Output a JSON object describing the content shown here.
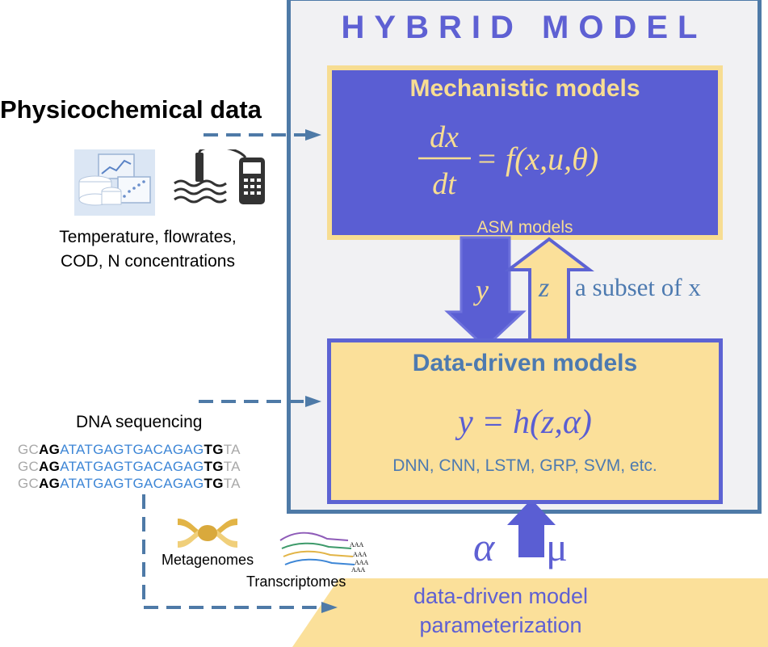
{
  "hybrid": {
    "title": "HYBRID MODEL"
  },
  "mechanistic": {
    "title": "Mechanistic models",
    "equation": {
      "numerator": "dx",
      "denominator": "dt",
      "rhs": "= f(x,u,θ)"
    },
    "subtitle": "ASM models"
  },
  "coupling": {
    "down_symbol": "y",
    "up_symbol": "z",
    "up_note": "a subset of x"
  },
  "data_driven": {
    "title": "Data-driven models",
    "equation": "y = h(z,α)",
    "examples": "DNN, CNN, LSTM, GRP, SVM, etc."
  },
  "physicochemical": {
    "title": "Physicochemical data",
    "description_line1": "Temperature, flowrates,",
    "description_line2": "COD, N concentrations",
    "icons": [
      "database-dashboard-icon",
      "water-probe-meter-icon"
    ]
  },
  "dna": {
    "title": "DNA sequencing",
    "sequence_row": {
      "prefix": "GC",
      "bold1": "AG",
      "blue": "ATATGAGTGACAGAG",
      "bold2": "TG",
      "suffix": "TA"
    },
    "metagenomes_label": "Metagenomes",
    "transcriptomes_label": "Transcriptomes",
    "transcript_tag": "AAA",
    "icons": [
      "dna-helix-icon",
      "transcript-reads-icon"
    ]
  },
  "parameterization": {
    "line1": "data-driven model",
    "line2": "parameterization",
    "alpha": "α",
    "mu": "μ"
  },
  "colors": {
    "indigo": "#5a5ed3",
    "cream": "#fbe09a",
    "steel_blue": "#4e7aa7",
    "panel_gray": "#f1f1f3"
  }
}
